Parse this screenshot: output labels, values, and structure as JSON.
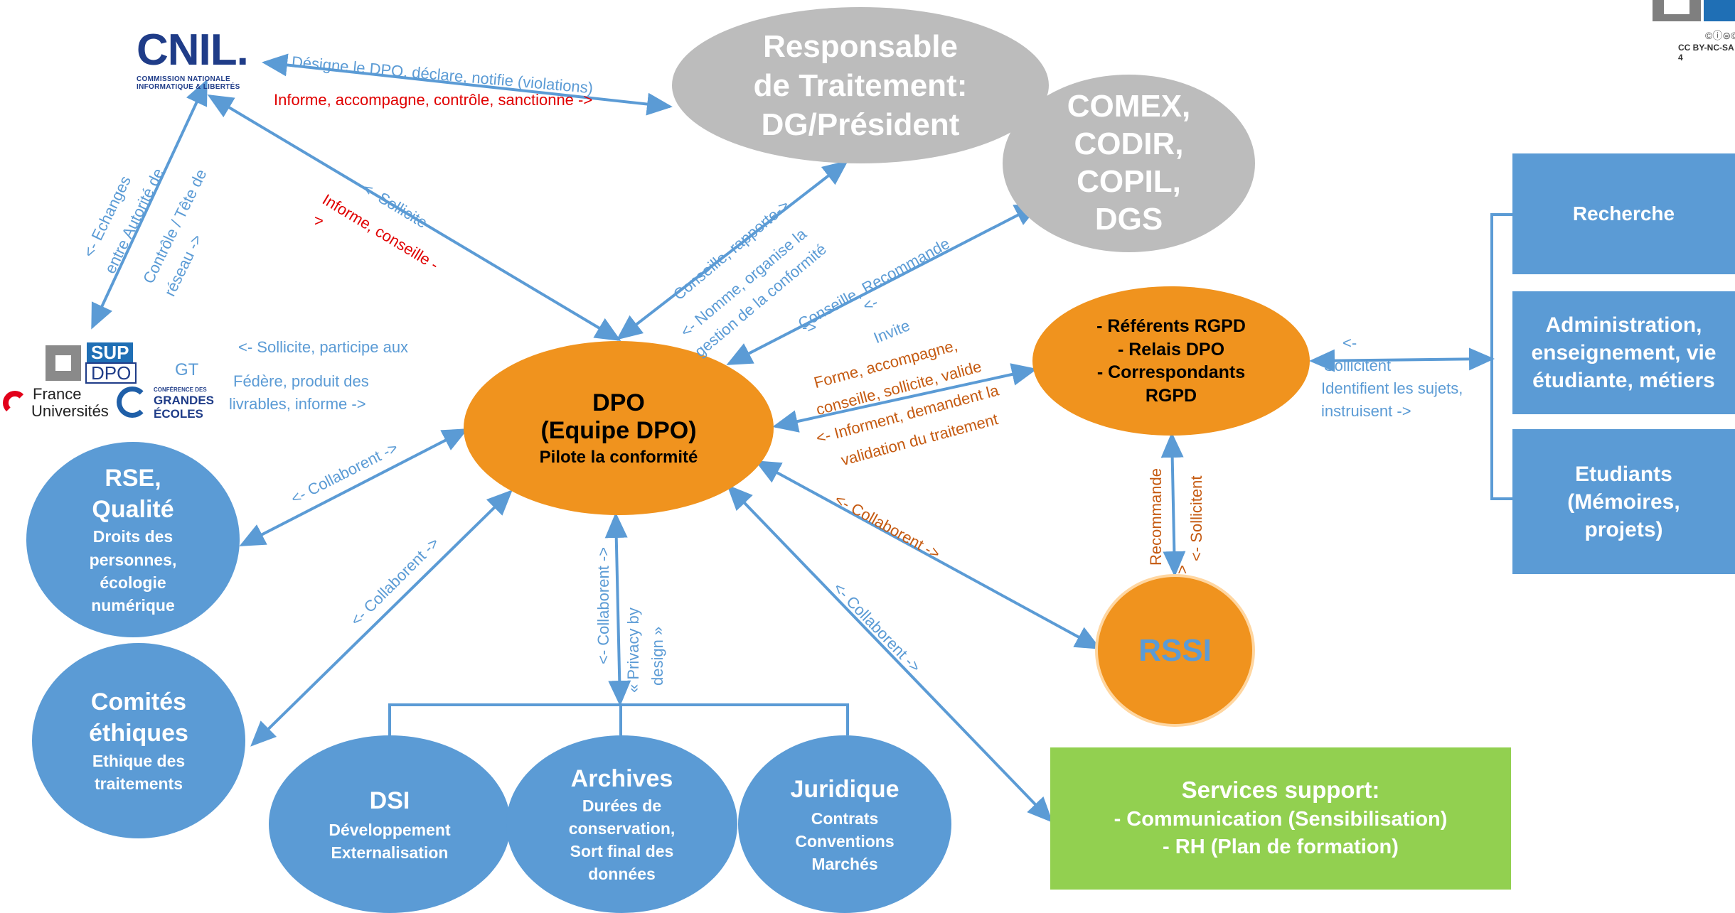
{
  "colors": {
    "blue": "#5b9bd5",
    "orange": "#f0931e",
    "grey": "#bcbcbc",
    "green": "#92d050",
    "red": "#e00000",
    "orange_text": "#c55a11",
    "navy": "#1f3c88"
  },
  "nodes": {
    "responsable": {
      "line1": "Responsable",
      "line2": "de Traitement:",
      "line3": "DG/Président"
    },
    "comex": {
      "line1": "COMEX,",
      "line2": "CODIR,",
      "line3": "COPIL,",
      "line4": "DGS"
    },
    "dpo": {
      "line1": "DPO",
      "line2": "(Equipe DPO)",
      "line3": "Pilote la conformité"
    },
    "referents": {
      "line1": "- Référents RGPD",
      "line2": "- Relais DPO",
      "line3": "- Correspondants",
      "line4": "RGPD"
    },
    "rssi": {
      "label": "RSSI"
    },
    "rse": {
      "line1": "RSE,",
      "line2": "Qualité",
      "line3": "Droits des",
      "line4": "personnes,",
      "line5": "écologie",
      "line6": "numérique"
    },
    "comites": {
      "line1": "Comités",
      "line2": "éthiques",
      "line3": "Ethique des",
      "line4": "traitements"
    },
    "dsi": {
      "line1": "DSI",
      "line2": "Développement",
      "line3": "Externalisation"
    },
    "archives": {
      "line1": "Archives",
      "line2": "Durées de",
      "line3": "conservation,",
      "line4": "Sort final des",
      "line5": "données"
    },
    "juridique": {
      "line1": "Juridique",
      "line2": "Contrats",
      "line3": "Conventions",
      "line4": "Marchés"
    },
    "services": {
      "line1": "Services support:",
      "line2": "- Communication (Sensibilisation)",
      "line3": "- RH (Plan de formation)"
    },
    "recherche": {
      "label": "Recherche"
    },
    "administration": {
      "line1": "Administration,",
      "line2": "enseignement, vie",
      "line3": "étudiante, métiers"
    },
    "etudiants": {
      "line1": "Etudiants",
      "line2": "(Mémoires,",
      "line3": "projets)"
    }
  },
  "logos": {
    "cnil": {
      "name": "CNIL.",
      "sub1": "COMMISSION NATIONALE",
      "sub2": "INFORMATIQUE & LIBERTÉS"
    },
    "supdpo": {
      "line1": "SUP",
      "line2": "DPO"
    },
    "franceuniv": {
      "line1": "France",
      "line2": "Universités"
    },
    "cge": {
      "line1": "CONFÉRENCE DES",
      "line2": "GRANDES",
      "line3": "ÉCOLES"
    },
    "gt": "GT",
    "license": "CC BY-NC-SA 4"
  },
  "labels": {
    "designe": "<- Désigne le DPO, déclare, notifie (violations)",
    "informe_cnil": "Informe, accompagne, contrôle, sanctionne ->",
    "echanges1": "<- Echanges",
    "echanges2": "entre Autorité de",
    "controle1": "Contrôle / Tête de",
    "controle2": "réseau ->",
    "sollicite": "<- Sollicite",
    "informe_conseille": "Informe, conseille -",
    "informe_conseille2": ">",
    "sollicite_participe": "<- Sollicite, participe aux",
    "federe1": "Fédère, produit des",
    "federe2": "livrables,  informe ->",
    "conseille_rapporte": "Conseille, rapporte->",
    "nomme1": "<- Nomme, organise la",
    "nomme2": "gestion de la conformité",
    "conseille_recommande": "Conseille, Recommande",
    "conseille_recommande2": "->",
    "invite1": "<-",
    "invite2": "Invite",
    "forme1": "Forme, accompagne,",
    "forme2": "conseille, sollicite, valide",
    "informent1": "<- Informent, demandent la",
    "informent2": "validation du traitement",
    "sollicitent_r1": "<-",
    "sollicitent_r2": "Sollicitent",
    "identifient1": "Identifient les sujets,",
    "identifient2": "instruisent ->",
    "recommande": "Recommande",
    "recommande2": ">",
    "sollicitent_v": "<- Sollicitent",
    "collab_rse": "<- Collaborent ->",
    "collab_comites": "<- Collaborent ->",
    "collab_archives": "<- Collaborent ->",
    "privacy1": "« Privacy by",
    "privacy2": "design »",
    "collab_rssi": "<- Collaborent ->",
    "collab_services": "<- Collaborent ->"
  }
}
